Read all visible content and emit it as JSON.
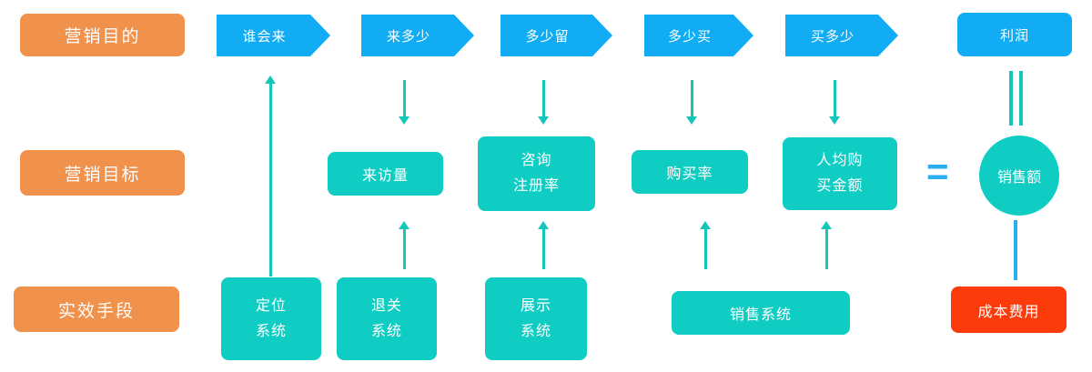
{
  "row_labels": {
    "purpose": "营销目的",
    "target": "营销目标",
    "means": "实效手段"
  },
  "funnel": {
    "step1": "谁会来",
    "step2": "来多少",
    "step3": "多少留",
    "step4": "多少买",
    "step5": "买多少",
    "profit": "利润"
  },
  "metrics": {
    "visits": "来访量",
    "consult_l1": "咨询",
    "consult_l2": "注册率",
    "purchase_rate": "购买率",
    "avg_l1": "人均购",
    "avg_l2": "买金额",
    "equals": "=",
    "sales": "销售额"
  },
  "systems": {
    "positioning_l1": "定位",
    "positioning_l2": "系统",
    "retention_l1": "退关",
    "retention_l2": "系统",
    "display_l1": "展示",
    "display_l2": "系统",
    "sales_system": "销售系统",
    "cost": "成本费用"
  },
  "colors": {
    "orange": "#F0914C",
    "blue": "#11ACF3",
    "teal": "#0FCDC3",
    "red": "#FB3B0C",
    "arrow_teal": "#15C7B8",
    "connector_blue": "#29AFF0"
  }
}
